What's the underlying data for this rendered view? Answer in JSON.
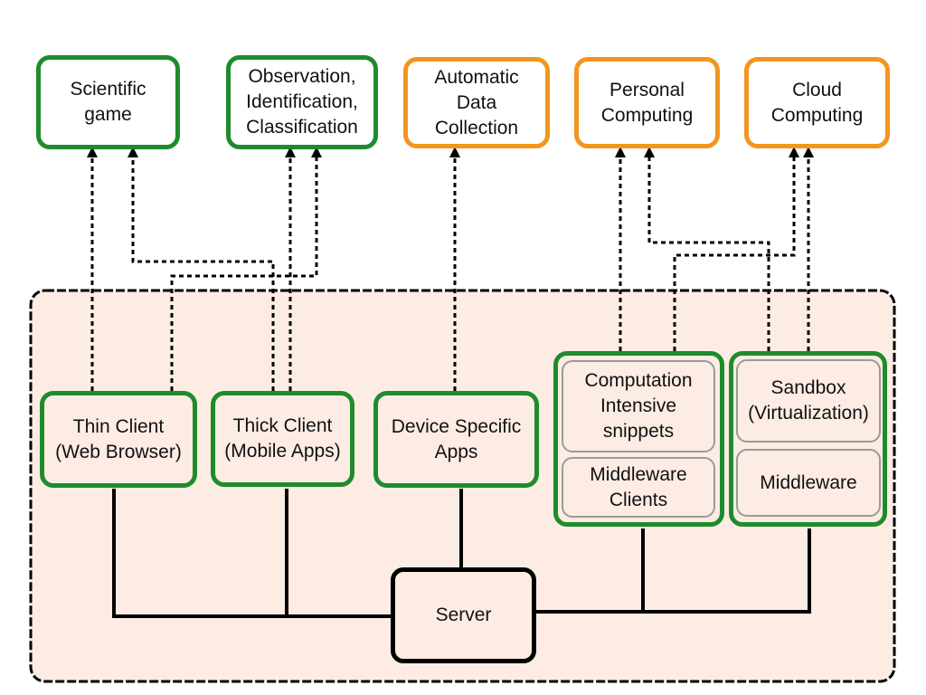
{
  "goals": [
    {
      "id": "scientific-game",
      "label": "Scientific\ngame",
      "color": "#1e8c2c"
    },
    {
      "id": "observation",
      "label": "Observation,\nIdentification,\nClassification",
      "color": "#1e8c2c"
    },
    {
      "id": "automatic-data",
      "label": "Automatic\nData\nCollection",
      "color": "#f2961e"
    },
    {
      "id": "personal-computing",
      "label": "Personal\nComputing",
      "color": "#f2961e"
    },
    {
      "id": "cloud-computing",
      "label": "Cloud\nComputing",
      "color": "#f2961e"
    }
  ],
  "clients": [
    {
      "id": "thin-client",
      "label": "Thin Client\n(Web Browser)"
    },
    {
      "id": "thick-client",
      "label": "Thick Client\n(Mobile Apps)"
    },
    {
      "id": "device-apps",
      "label": "Device Specific\nApps"
    }
  ],
  "compute_group": {
    "top": "Computation\nIntensive\nsnippets",
    "bottom": "Middleware\nClients"
  },
  "sandbox_group": {
    "top": "Sandbox\n(Virtualization)",
    "bottom": "Middleware"
  },
  "server": "Server",
  "colors": {
    "green_border": "#1e8c2c",
    "orange_border": "#f2961e",
    "panel_fill": "#fdece4",
    "inner_border": "#9a9a9a"
  }
}
